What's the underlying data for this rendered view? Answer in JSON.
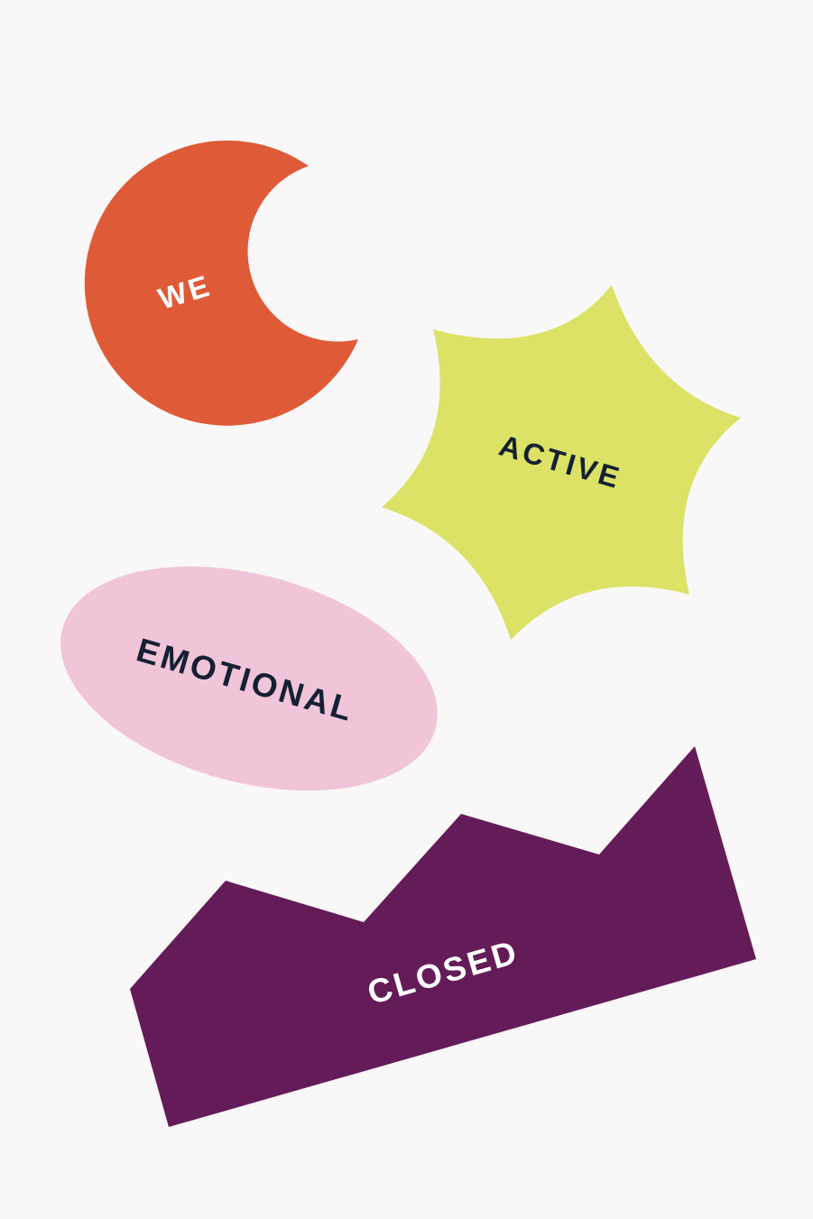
{
  "colors": {
    "background": "#f9f7f8",
    "we_shape": "#df5a36",
    "active_shape": "#dbe266",
    "emotional_shape": "#f0c4d9",
    "closed_shape": "#641c58",
    "light_text": "#ffffff",
    "dark_text": "#152033"
  },
  "stickers": {
    "we": {
      "label": "WE",
      "shape": "crescent-circle"
    },
    "active": {
      "label": "ACTIVE",
      "shape": "four-point-star"
    },
    "emotional": {
      "label": "EMOTIONAL",
      "shape": "ellipse"
    },
    "closed": {
      "label": "CLOSED",
      "shape": "zigzag-polygon"
    }
  }
}
